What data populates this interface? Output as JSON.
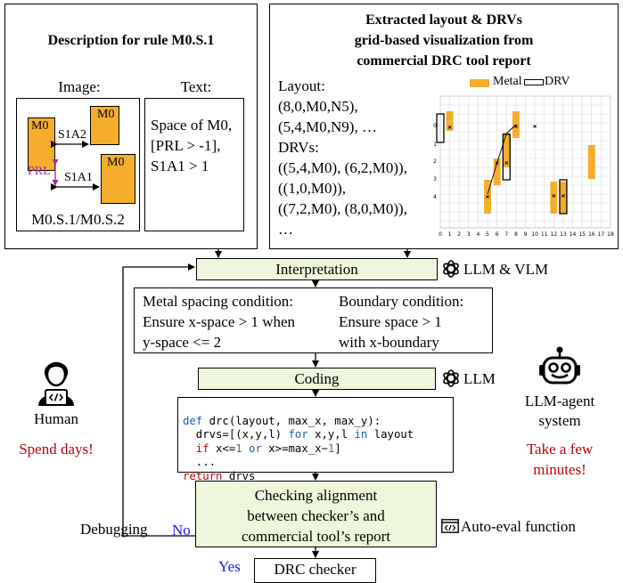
{
  "rule_panel": {
    "title": "Description for rule M0.S.1",
    "image_label": "Image:",
    "text_label": "Text:",
    "text_lines": [
      "Space of M0,",
      "[PRL > -1],",
      "S1A1 > 1"
    ],
    "rect_label": "M0",
    "s1a2": "S1A2",
    "s1a1": "S1A1",
    "prl": "PRL",
    "caption": "M0.S.1/M0.S.2"
  },
  "extract_panel": {
    "title_lines": [
      "Extracted layout & DRVs",
      "grid-based visualization from",
      "commercial DRC tool report"
    ],
    "text_lines": [
      "Layout:",
      "(8,0,M0,N5),",
      "(5,4,M0,N9), …",
      "DRVs:",
      "((5,4,M0), (6,2,M0)),",
      "((1,0,M0)),",
      "((7,2,M0), (8,0,M0)),",
      "…"
    ],
    "legend": {
      "metal": "Metal",
      "drv": "DRV"
    },
    "colors": {
      "metal": "#f5ad2c"
    },
    "x_ticks": [
      "0",
      "1",
      "2",
      "3",
      "4",
      "5",
      "6",
      "7",
      "8",
      "9",
      "10",
      "11",
      "12",
      "13",
      "14",
      "15",
      "16",
      "17",
      "18"
    ],
    "y_ticks": [
      "0",
      "1",
      "2",
      "3",
      "4"
    ]
  },
  "flow": {
    "interpretation": "Interpretation",
    "llm_vlm": "LLM & VLM",
    "metal_spacing": [
      "Metal spacing condition:",
      "Ensure x-space > 1 when",
      "y-space <= 2"
    ],
    "boundary": [
      "Boundary condition:",
      "Ensure space > 1",
      "with x-boundary"
    ],
    "coding": "Coding",
    "llm": "LLM",
    "code": {
      "l1_def": "def ",
      "l1_fn": "drc",
      "l1_args": "(layout, max_x, max_y):",
      "l2a": "  drvs=[(x,y,l) ",
      "l2_for": "for",
      "l2b": " x,y,l ",
      "l2_in": "in",
      "l2c": " layout",
      "l3_if": "  if",
      "l3a": " x<=",
      "l3_n1": "1",
      "l3_or": " or",
      "l3b": " x>=max_x−",
      "l3_n2": "1",
      "l3c": "]",
      "l4": "  ...",
      "l5_ret": "return",
      "l5a": " drvs"
    },
    "checking": [
      "Checking alignment",
      "between checker’s and",
      "commercial tool’s report"
    ],
    "auto_eval": "Auto-eval function",
    "debugging": "Debugging",
    "no": "No",
    "yes": "Yes",
    "drc_checker": "DRC checker"
  },
  "sides": {
    "human": "Human",
    "human_time": "Spend days!",
    "agent": [
      "LLM-agent",
      "system"
    ],
    "agent_time": [
      "Take a few",
      "minutes!"
    ]
  }
}
